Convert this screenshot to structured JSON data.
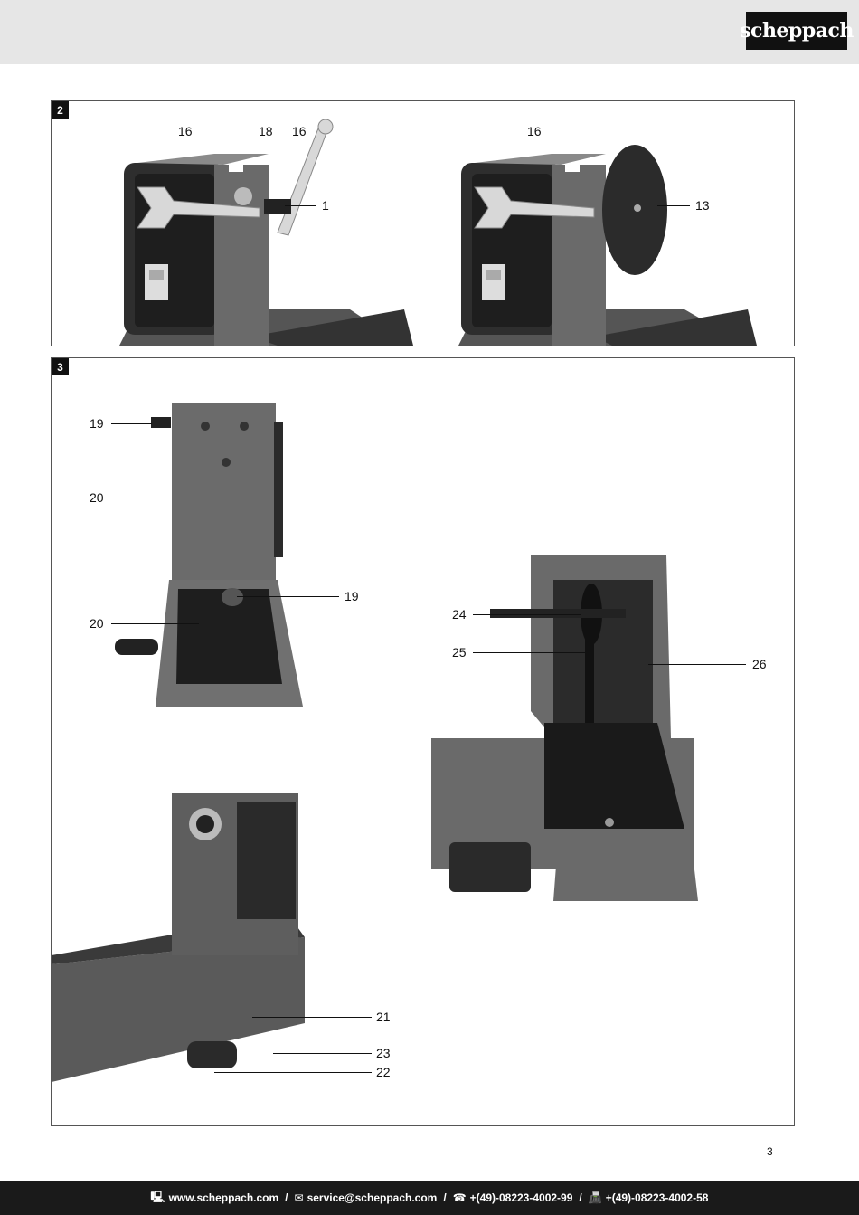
{
  "header": {
    "logo_text": "scheppach"
  },
  "figures": {
    "fig2": {
      "number": "2",
      "left_callouts": [
        "16",
        "18",
        "16",
        "1"
      ],
      "right_callouts": [
        "16",
        "13"
      ]
    },
    "fig3": {
      "number": "3",
      "left_top_callouts": [
        "19",
        "20",
        "19",
        "20"
      ],
      "right_callouts": [
        "24",
        "25",
        "26"
      ],
      "left_bottom_callouts": [
        "21",
        "23",
        "22"
      ]
    }
  },
  "page_number": "3",
  "footer": {
    "web": "www.scheppach.com",
    "email": "service@scheppach.com",
    "phone": "+(49)-08223-4002-99",
    "fax": "+(49)-08223-4002-58",
    "separator": "/"
  },
  "colors": {
    "header_band": "#e6e6e6",
    "footer": "#1a1a1a",
    "machine_dark": "#3a3a3a",
    "machine_mid": "#6a6a6a"
  },
  "icons": [
    "monitor-icon",
    "envelope-icon",
    "phone-icon",
    "fax-icon"
  ]
}
